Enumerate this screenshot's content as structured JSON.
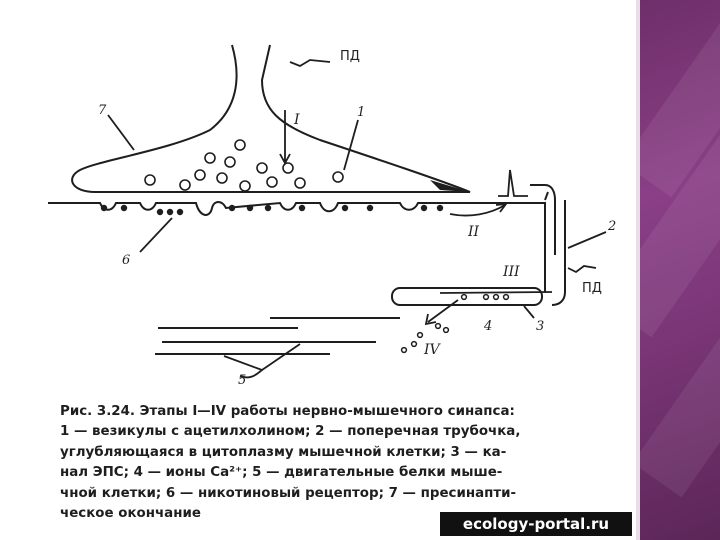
{
  "labels": {
    "pd_top": "ПД",
    "pd_right": "ПД",
    "stage_1": "I",
    "stage_2": "II",
    "stage_3": "III",
    "stage_4": "IV",
    "num_1": "1",
    "num_2": "2",
    "num_3": "3",
    "num_4": "4",
    "num_5": "5",
    "num_6": "6",
    "num_7": "7"
  },
  "caption": {
    "lines": [
      "Рис. 3.24. Этапы I—IV работы нервно-мышечного синапса:",
      "1 — везикулы с ацетилхолином; 2 — поперечная трубочка,",
      "углубляющаяся в цитоплазму мышечной клетки; 3 — ка-",
      "нал ЭПС; 4 — ионы Ca²⁺; 5 — двигательные белки мыше-",
      "чной клетки; 6 — никотиновый рецептор; 7 — пресинапти-",
      "ческое окончание"
    ]
  },
  "watermark": "ecology-portal.ru",
  "colors": {
    "side_panel": "#7b3678",
    "ink": "#1e1e1e"
  }
}
